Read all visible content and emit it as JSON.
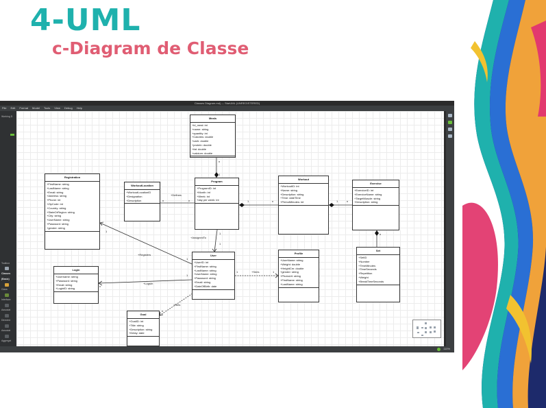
{
  "slide": {
    "title": "4-UML",
    "subtitle": "c-Diagram de Classe"
  },
  "app": {
    "window_title": "Classes Diagram.mdj — StarUML (UNREGISTERED)",
    "menu": [
      "File",
      "Edit",
      "Format",
      "Model",
      "Tools",
      "View",
      "Debug",
      "Help"
    ],
    "left_panel": [
      "Working D",
      "Toolbox",
      "Classes",
      "(Basic)",
      "Class",
      "Interface",
      "Associat",
      "Directed",
      "Associat",
      "Aggregat"
    ],
    "zoom": "110%"
  },
  "classes": {
    "meals": {
      "name": "Meals",
      "attrs": [
        "+id_meal: int",
        "+name: string",
        "+quantity: int",
        "+Calories: double",
        "+carb: double",
        "+protein: double",
        "+fat: double",
        "+calcium: double"
      ]
    },
    "registration": {
      "name": "Registration",
      "attrs": [
        "+FirstName: string",
        "+LastName: string",
        "+Email: string",
        "+Address: string",
        "+Phone: int",
        "+ZipCode: int",
        "+Country: string",
        "+StateOrRegion: string",
        "+City: string",
        "+UserName: string",
        "+Password: string",
        "+gender: string"
      ]
    },
    "workout_location": {
      "name": "WorkoutLocation",
      "attrs": [
        "+WorkoutLocationID",
        "+Designation",
        "+Description"
      ]
    },
    "program": {
      "name": "Program",
      "attrs": [
        "+ProgramID: int",
        "+Month: int",
        "+Week: int",
        "+day per week: int"
      ]
    },
    "workout": {
      "name": "Workout",
      "attrs": [
        "+WorkoutID: int",
        "+Name: string",
        "+Description: string",
        "+Time: dateTime",
        "+PeriodMinutes: int"
      ]
    },
    "exercise": {
      "name": "Exercise",
      "attrs": [
        "+ExerciceID: int",
        "+ExerciceName: string",
        "+TargetMuscle: string",
        "+Description: string"
      ]
    },
    "set": {
      "name": "Set",
      "attrs": [
        "+SetID",
        "+Number",
        "+TimeMinutes",
        "+TimeSeconds",
        "+Repetition",
        "+Weight",
        "+BreakTimeSeconds"
      ]
    },
    "user": {
      "name": "User",
      "attrs": [
        "+UserID: int",
        "+FirstName: string",
        "+LastName: string",
        "+UserName: string",
        "+Password: string",
        "+Email: string",
        "+DateOfBirth: date"
      ]
    },
    "profile": {
      "name": "Profile",
      "attrs": [
        "+UserName: string",
        "+Weight: double",
        "+HeightCm: double",
        "+gender: string",
        "+PhotoUrl: string",
        "+FirstName: string",
        "+LastName: string"
      ]
    },
    "login": {
      "name": "Login",
      "attrs": [
        "+Username: string",
        "+Password: string",
        "+Email: string",
        "+LoginID: string"
      ]
    },
    "goal": {
      "name": "Goal",
      "attrs": [
        "+GoalID: int",
        "+Title: string",
        "+Description: string",
        "+Delay: date"
      ]
    }
  },
  "relations": {
    "defines": "+Defines",
    "assigned_to": "+AssignedTo",
    "registers": "+Registers",
    "login": "+LogsIn",
    "sees": "+Sees",
    "sets": "+Sets"
  },
  "multiplicities": {
    "one": "1",
    "many": "n"
  }
}
